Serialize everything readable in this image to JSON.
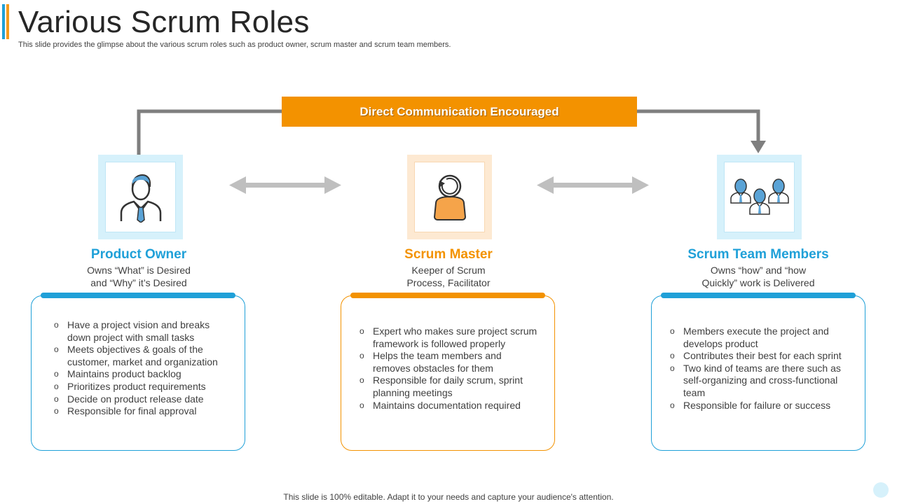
{
  "page": {
    "title": "Various Scrum Roles",
    "subtitle": "This slide provides the glimpse about the various scrum roles such as product owner, scrum master and scrum team members.",
    "footer": "This slide is 100% editable. Adapt it to your needs and capture your audience's attention."
  },
  "banner": {
    "label": "Direct Communication Encouraged"
  },
  "colors": {
    "blue": "#1fa0d8",
    "orange": "#f39200",
    "tile_blue_bg": "#d6f1fb",
    "tile_orange_bg": "#fde9d2",
    "connector_gray": "#7f7f7f",
    "arrow_gray": "#bfbfbf"
  },
  "roles": [
    {
      "icon": "product-owner-icon",
      "title": "Product Owner",
      "desc_line1": "Owns “What” is Desired",
      "desc_line2": "and “Why” it’s Desired",
      "bullets": [
        "Have a project vision and breaks down project with small tasks",
        "Meets objectives & goals of the customer, market and organization",
        "Maintains product backlog",
        "Prioritizes product requirements",
        "Decide on product release date",
        "Responsible for final approval"
      ]
    },
    {
      "icon": "scrum-master-icon",
      "title": "Scrum Master",
      "desc_line1": "Keeper of Scrum",
      "desc_line2": "Process, Facilitator",
      "bullets": [
        "Expert who makes sure project scrum framework is followed properly",
        "Helps the team members and removes obstacles for them",
        "Responsible for daily scrum, sprint planning meetings",
        "Maintains documentation required"
      ]
    },
    {
      "icon": "team-members-icon",
      "title": "Scrum Team Members",
      "desc_line1": "Owns “how” and “how",
      "desc_line2": "Quickly” work is Delivered",
      "bullets": [
        "Members execute the project and develops product",
        "Contributes their best for each sprint",
        "Two kind of teams are there such as self-organizing and cross-functional team",
        "Responsible for failure or success"
      ]
    }
  ]
}
